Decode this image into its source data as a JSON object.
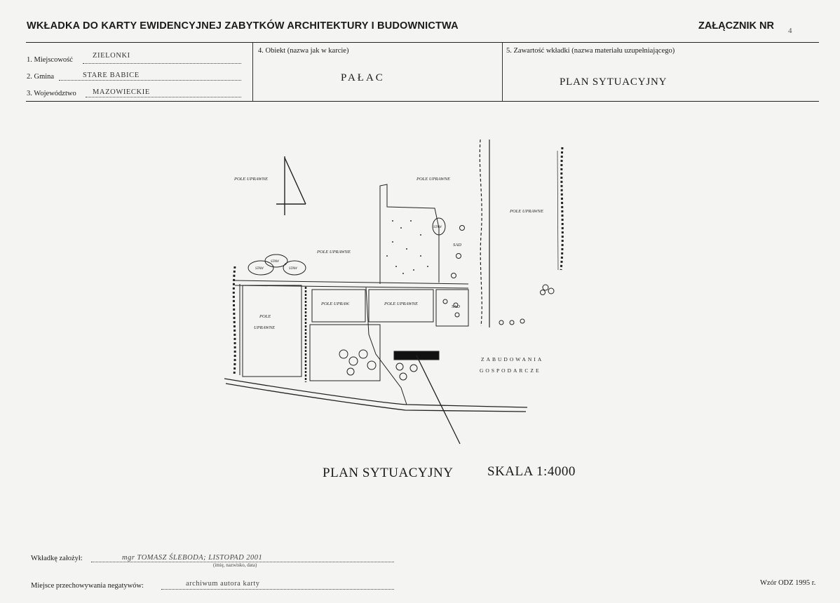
{
  "header": {
    "title": "WKŁADKA DO KARTY EWIDENCYJNEJ ZABYTKÓW ARCHITEKTURY I BUDOWNICTWA",
    "annex_label": "ZAŁĄCZNIK NR",
    "annex_number": "4"
  },
  "fields": {
    "locality_label": "1. Miejscowość",
    "locality_value": "ZIELONKI",
    "commune_label": "2. Gmina",
    "commune_value": "STARE BABICE",
    "voivodeship_label": "3. Województwo",
    "voivodeship_value": "MAZOWIECKIE",
    "object_label": "4. Obiekt (nazwa jak w karcie)",
    "object_value": "PAŁAC",
    "content_label": "5. Zawartość wkładki (nazwa materiału uzupełniającego)",
    "content_value": "PLAN SYTUACYJNY"
  },
  "map": {
    "labels": {
      "field_1": "POLE UPRAWNE",
      "field_2": "POLE UPRAWNE",
      "field_3": "POLE UPRAWNE",
      "field_4": "POLE UPRAWNE",
      "field_5a": "POLE",
      "field_5b": "UPRAWNE",
      "field_6": "POLE UPRAW.",
      "field_7": "POLE UPRAWNE",
      "orchard_1": "SAD",
      "orchard_2": "SAD",
      "buildings_1": "ZABUDOWANIA",
      "buildings_2": "GOSPODARCZE",
      "pond_1": "STAW",
      "pond_2": "STAW",
      "pond_3": "STAW",
      "pond_4": "STAW"
    },
    "caption_title": "PLAN SYTUACYJNY",
    "caption_scale": "SKALA 1:4000"
  },
  "footer": {
    "author_label": "Wkładkę założył:",
    "author_value": "mgr TOMASZ ŚLEBODA; LISTOPAD 2001",
    "author_hint": "(imię, nazwisko, data)",
    "storage_label": "Miejsce przechowywania negatywów:",
    "storage_value": "archiwum autora karty",
    "form_code": "Wzór ODZ 1995 r."
  }
}
